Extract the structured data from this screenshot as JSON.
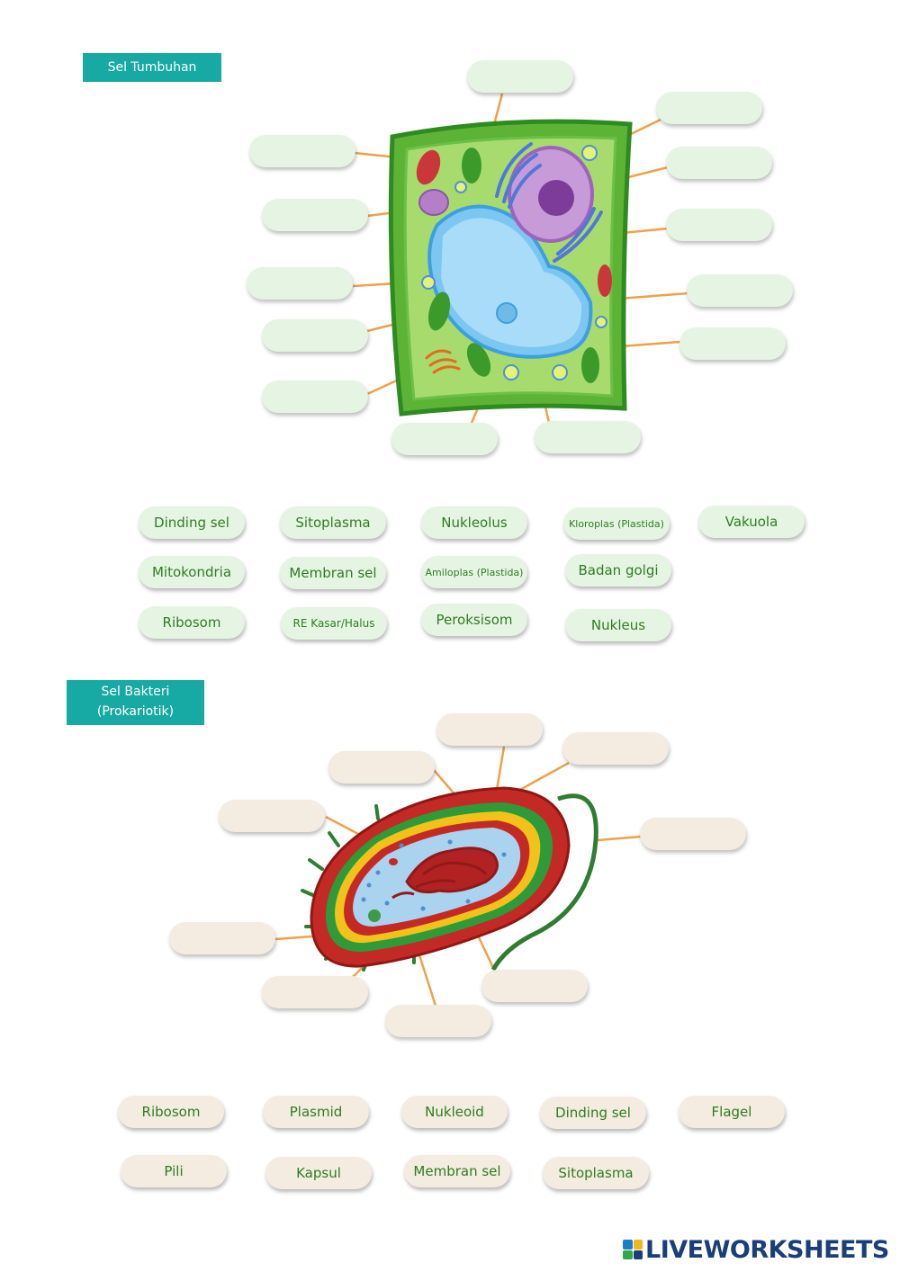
{
  "plant_section": {
    "title": "Sel Tumbuhan",
    "label_chips": [
      "Dinding sel",
      "Sitoplasma",
      "Nukleolus",
      "Kloroplas (Plastida)",
      "Vakuola",
      "Mitokondria",
      "Membran sel",
      "Amiloplas (Plastida)",
      "Badan golgi",
      "Ribosom",
      "RE Kasar/Halus",
      "Peroksisom",
      "Nukleus"
    ]
  },
  "bacteria_section": {
    "title_line1": "Sel Bakteri",
    "title_line2": "(Prokariotik)",
    "label_chips": [
      "Ribosom",
      "Plasmid",
      "Nukleoid",
      "Dinding sel",
      "Flagel",
      "Pili",
      "Kapsul",
      "Membran sel",
      "Sitoplasma"
    ]
  },
  "branding": {
    "logo_text": "LIVEWORKSHEETS"
  },
  "colors": {
    "teal_tag": "#17a9a3",
    "green_box": "#e5f4e3",
    "beige_box": "#f4ebe1",
    "chip_text": "#2f7d20",
    "leader_line": "#f0a04a"
  }
}
